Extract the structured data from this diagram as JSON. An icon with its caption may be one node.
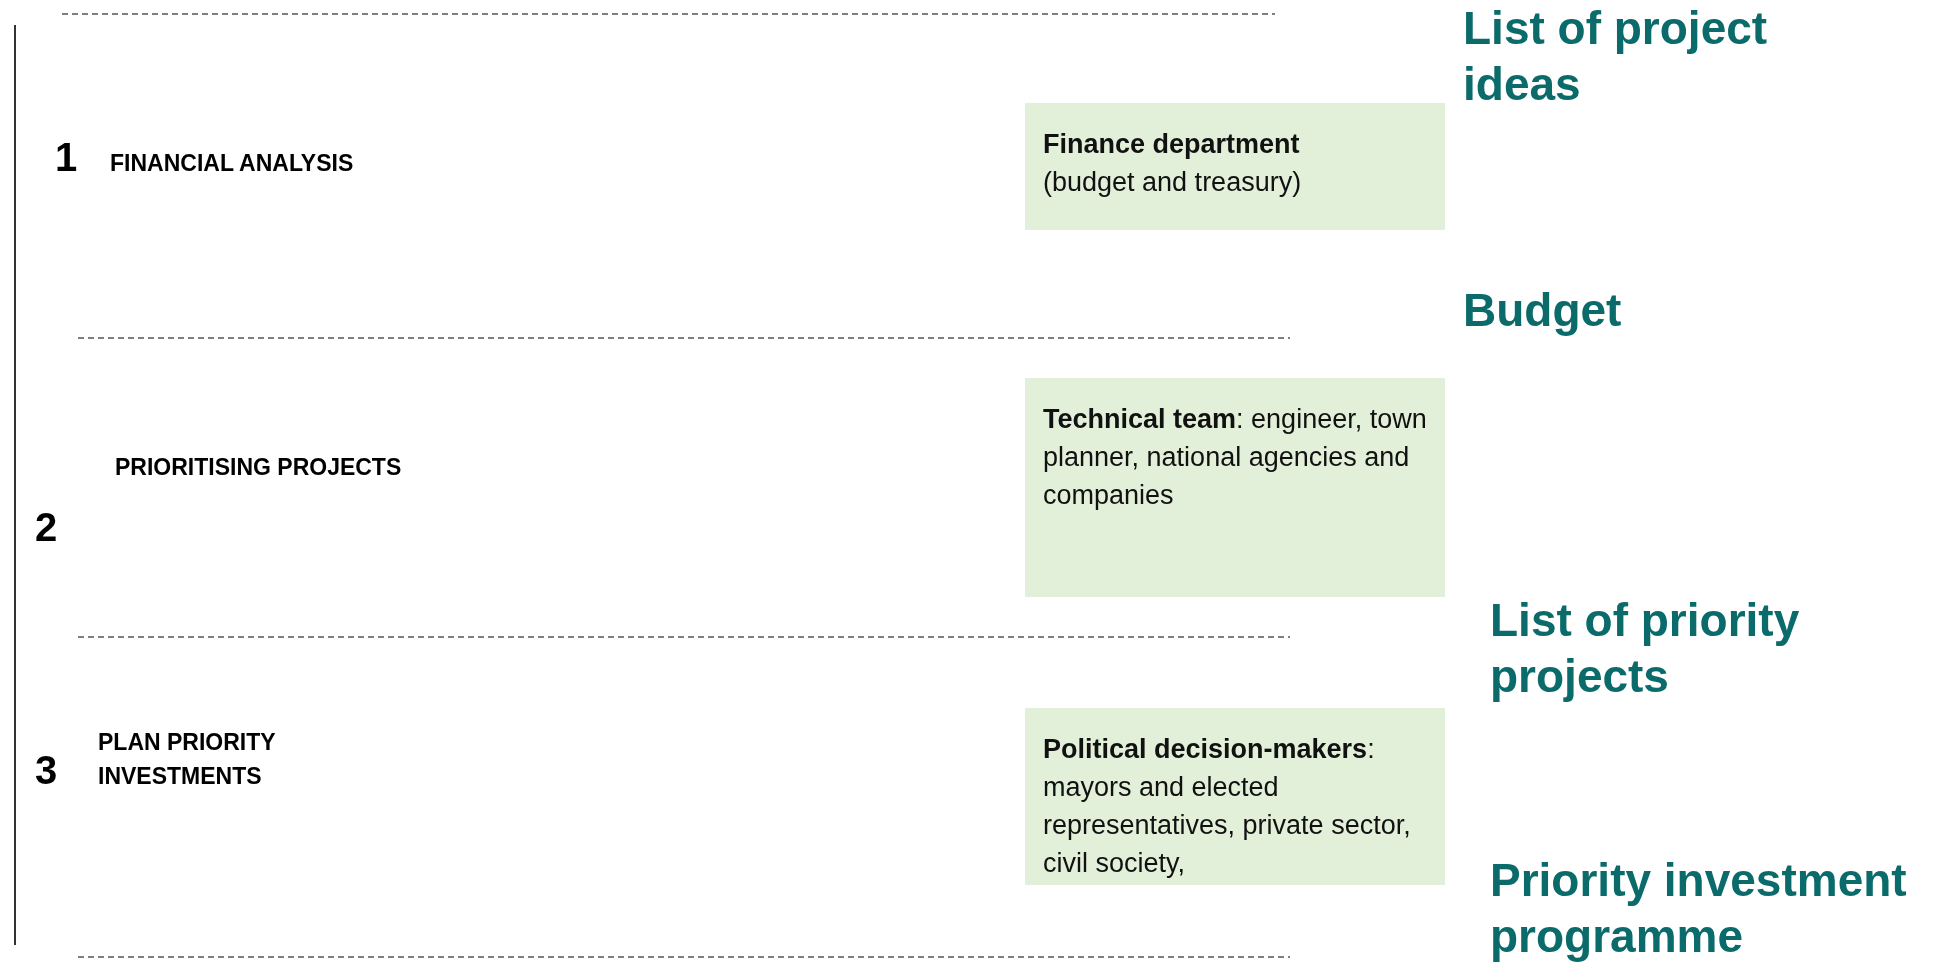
{
  "diagram": {
    "nodes": [
      {
        "text": [
          "Finance department",
          "(budget and treasury)"
        ]
      },
      {
        "text": [
          "**Technical team**: engineer, town planner, national agencies and companies"
        ]
      },
      {
        "text": [
          "**Political decision-makers**: mayors and elected representatives, private sector, civil society,"
        ]
      }
    ],
    "edges": [],
    "labels": [
      "List of project ideas",
      "1",
      "FINANCIAL ANALYSIS",
      "Budget",
      "PRIORITISING PROJECTS",
      "2",
      "List of priority projects",
      "PLAN PRIORITY INVESTMENTS",
      "3",
      "Priority investment programme"
    ]
  }
}
